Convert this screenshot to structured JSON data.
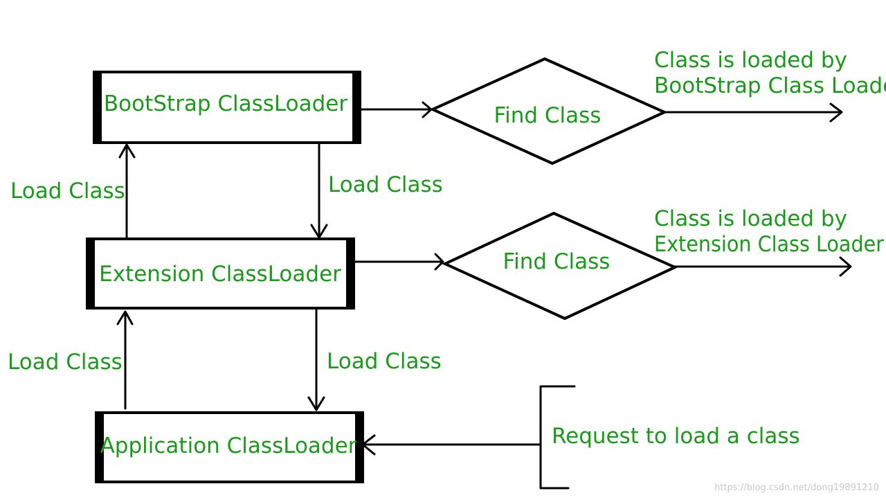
{
  "colors": {
    "text": "#1a9a1a",
    "stroke": "#000000",
    "background": "#ffffff",
    "watermark": "#c9c9c9"
  },
  "boxes": {
    "bootstrap": "BootStrap ClassLoader",
    "extension": "Extension ClassLoader",
    "application": "Application ClassLoader"
  },
  "diamonds": {
    "top": "Find Class",
    "middle": "Find Class"
  },
  "edge_labels": {
    "up_ext_to_boot": "Load Class",
    "down_boot_to_ext": "Load Class",
    "up_app_to_ext": "Load Class",
    "down_ext_to_app": "Load Class"
  },
  "results": {
    "bootstrap": [
      "Class is loaded by",
      "BootStrap Class Loader"
    ],
    "extension": [
      "Class is loaded by",
      "Extension Class Loader"
    ]
  },
  "request": "Request to load a class",
  "watermark": "https://blog.csdn.net/dong19891210"
}
